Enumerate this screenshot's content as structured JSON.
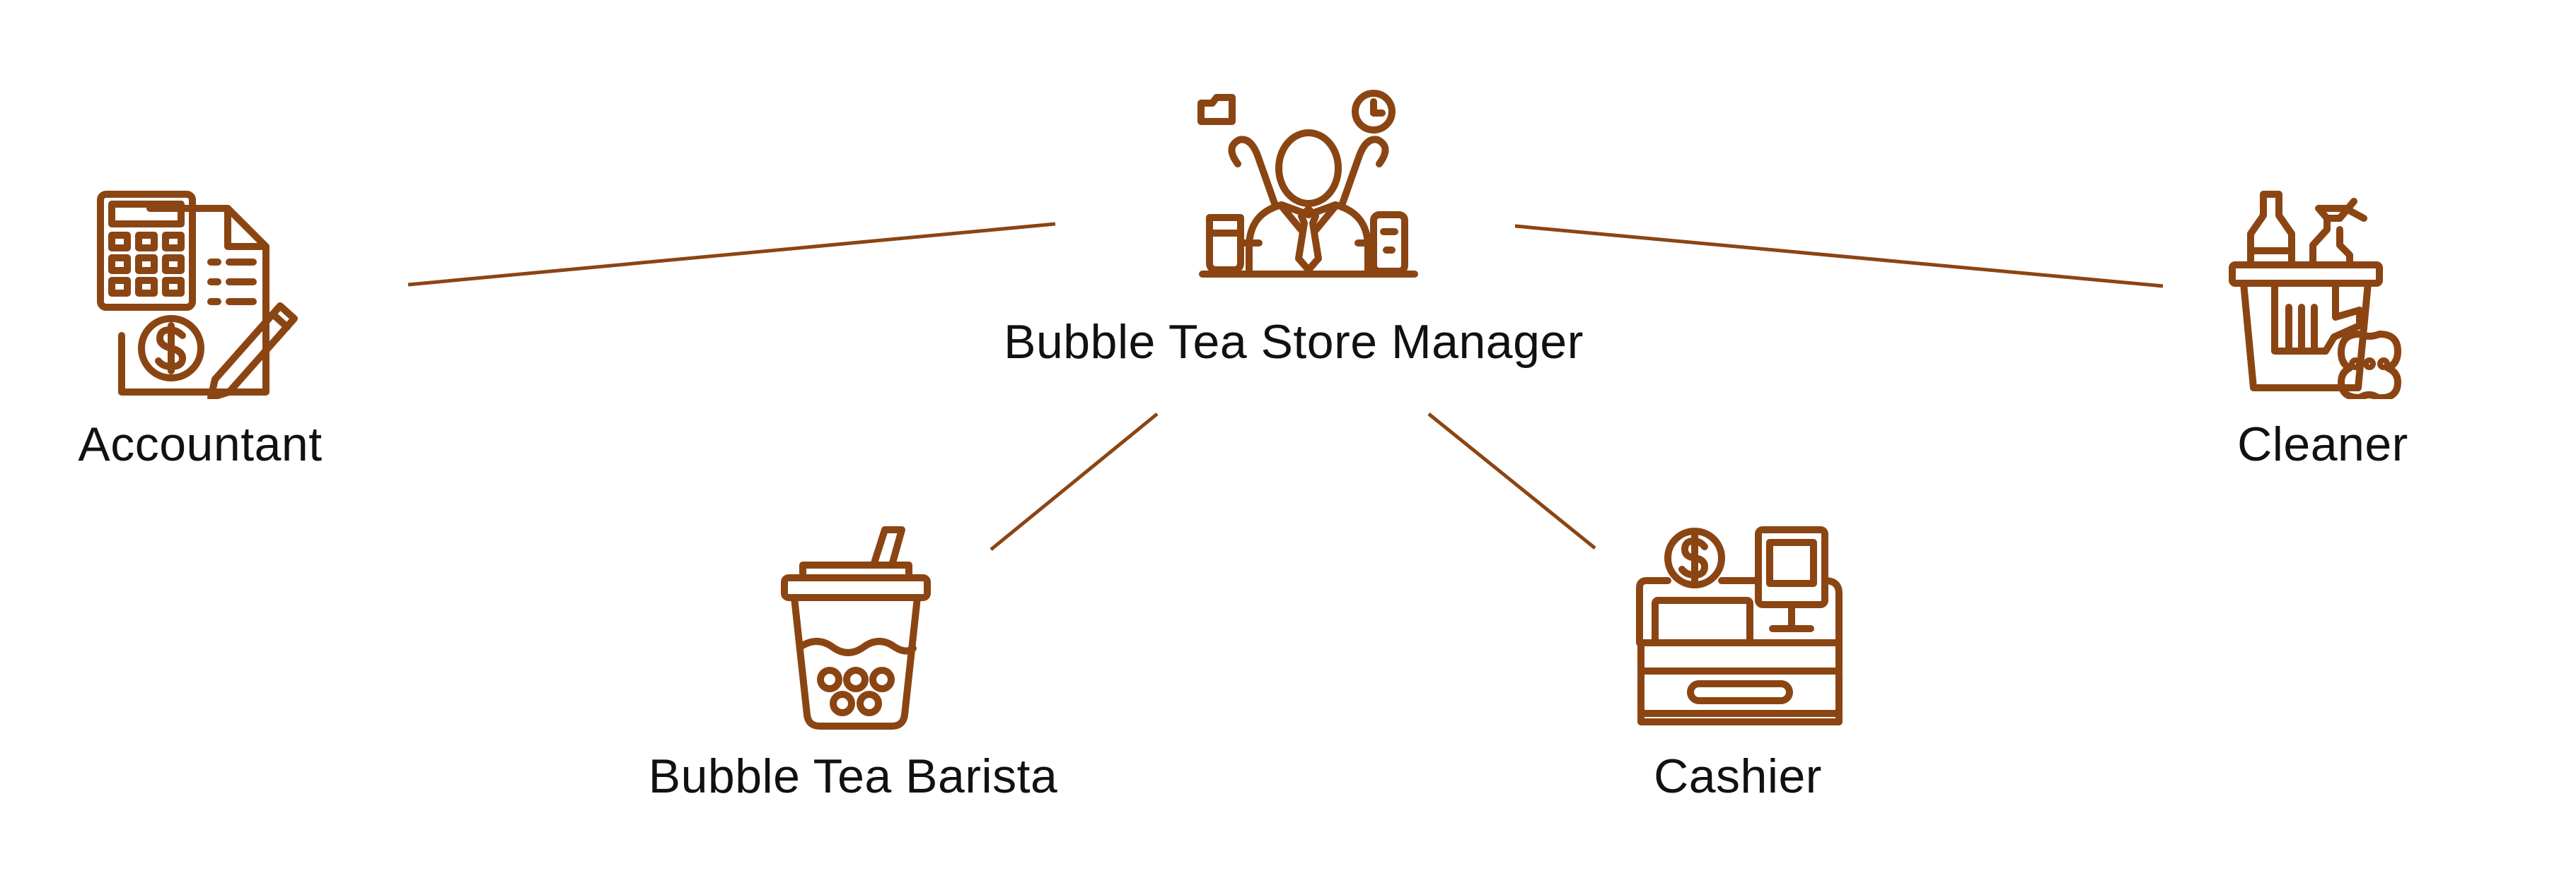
{
  "colors": {
    "accent": "#8b4513",
    "text": "#111111",
    "background": "#ffffff"
  },
  "roles": {
    "manager": {
      "label": "Bubble Tea Store Manager",
      "icon": "multitasking-manager-icon"
    },
    "accountant": {
      "label": "Accountant",
      "icon": "calculator-document-icon"
    },
    "cleaner": {
      "label": "Cleaner",
      "icon": "cleaning-supplies-icon"
    },
    "barista": {
      "label": "Bubble Tea Barista",
      "icon": "bubble-tea-cup-icon"
    },
    "cashier": {
      "label": "Cashier",
      "icon": "cash-register-icon"
    }
  },
  "connections": [
    {
      "from": "manager",
      "to": "accountant"
    },
    {
      "from": "manager",
      "to": "cleaner"
    },
    {
      "from": "manager",
      "to": "barista"
    },
    {
      "from": "manager",
      "to": "cashier"
    }
  ]
}
